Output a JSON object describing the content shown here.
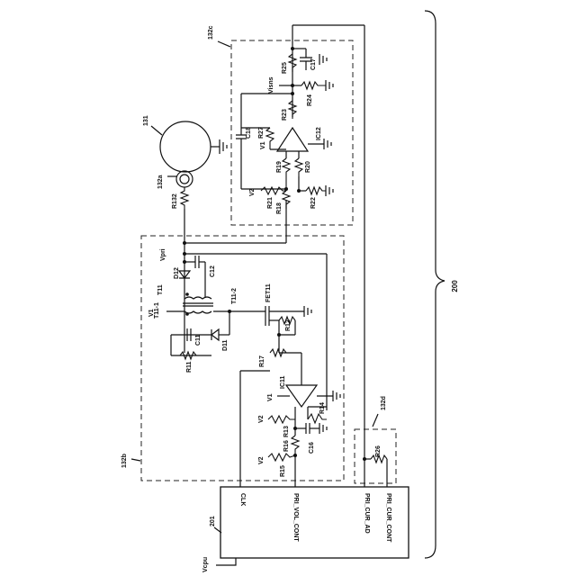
{
  "figure": {
    "system_ref": "200",
    "block_132a": "132a",
    "block_132b": "132b",
    "block_132c": "132c",
    "block_132d": "132d",
    "coil_ref": "131",
    "controller_ref": "201"
  },
  "controller_pins": {
    "clk": "CLK",
    "pri_vol_cont": "PRI_VOL_CONT",
    "pri_cur_ad": "PRI_CUR_AD",
    "pri_cur_cont": "PRI_CUR_CONT",
    "vcpu": "Vcpu"
  },
  "nets": {
    "vpri": "Vpri",
    "v1": "V1",
    "v2": "V2",
    "visns": "Visns"
  },
  "components": {
    "R11": "R11",
    "R12": "R12",
    "R13": "R13",
    "R14": "R14",
    "R15": "R15",
    "R16": "R16",
    "R17": "R17",
    "R18": "R18",
    "R19": "R19",
    "R20": "R20",
    "R21": "R21",
    "R22": "R22",
    "R23": "R23",
    "R24": "R24",
    "R25": "R25",
    "R26": "R26",
    "R27": "R27",
    "R132": "R132",
    "C11": "C11",
    "C12": "C12",
    "C16": "C16",
    "C17": "C17",
    "C18": "C18",
    "D11": "D11",
    "D12": "D12",
    "T11": "T11",
    "T11_1": "T11-1",
    "T11_2": "T11-2",
    "FET11": "FET11",
    "IC11": "IC11",
    "IC12": "IC12"
  }
}
